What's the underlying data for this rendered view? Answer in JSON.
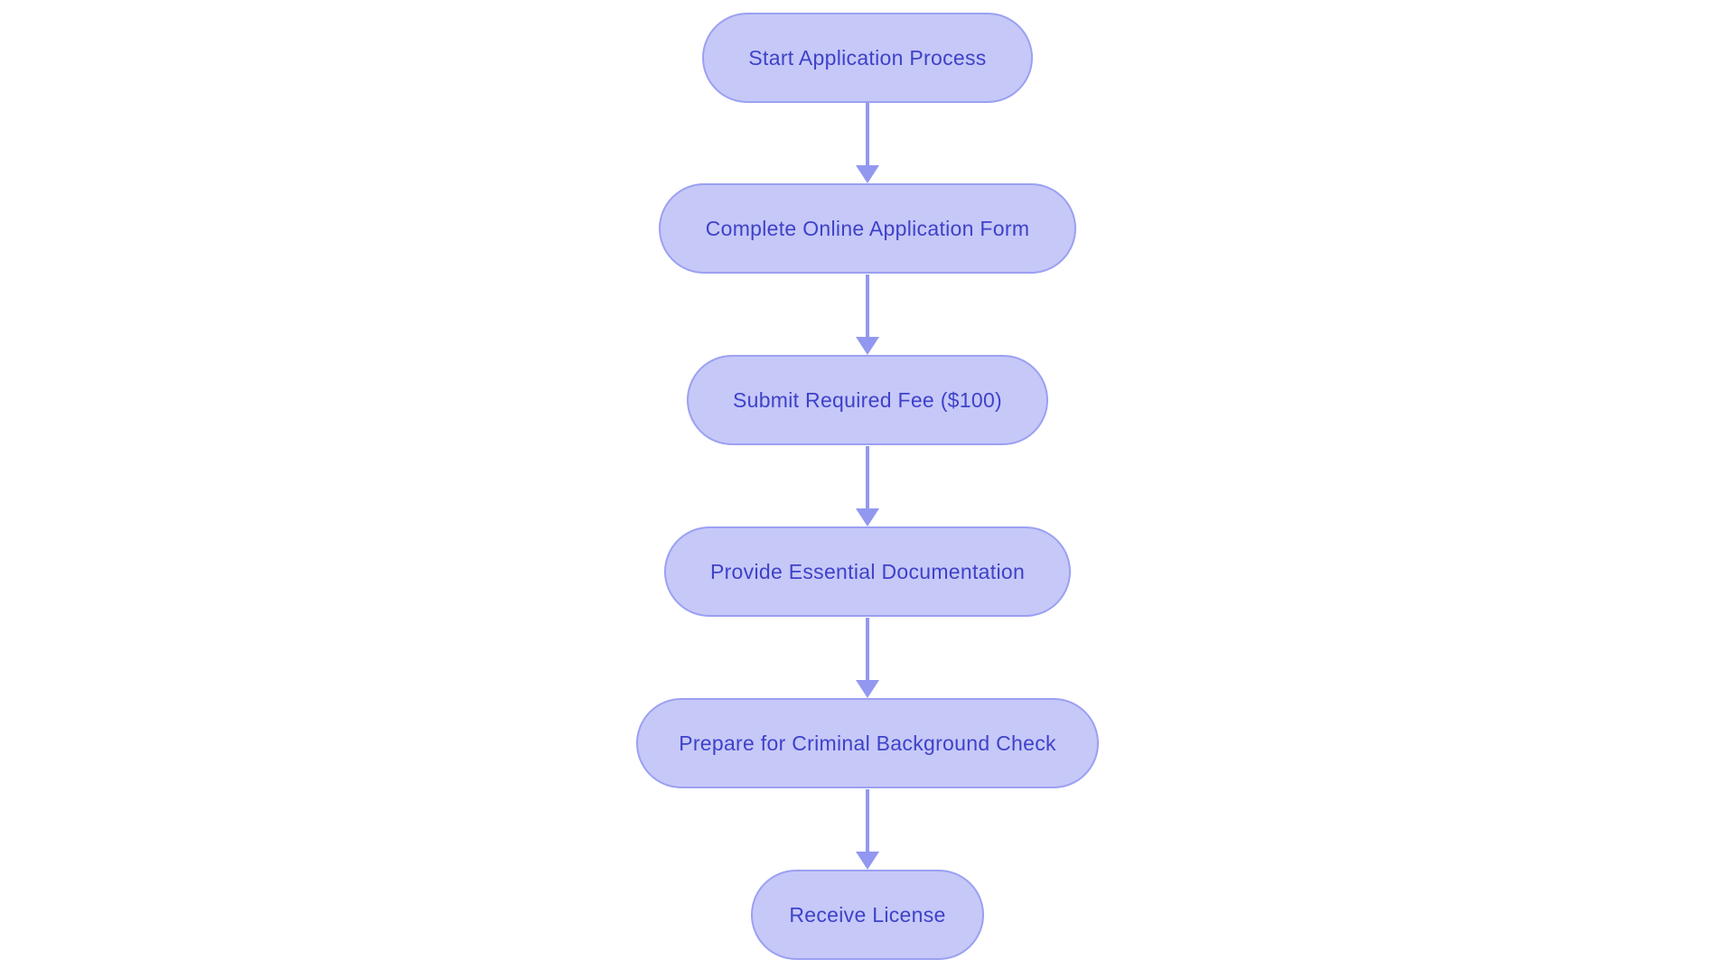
{
  "diagram": {
    "type": "flowchart",
    "direction": "top-down",
    "title": "",
    "nodes": [
      {
        "id": "start",
        "label": "Start Application Process"
      },
      {
        "id": "online-form",
        "label": "Complete Online Application Form"
      },
      {
        "id": "fee",
        "label": "Submit Required Fee ($100)"
      },
      {
        "id": "documentation",
        "label": "Provide Essential Documentation"
      },
      {
        "id": "background-check",
        "label": "Prepare for Criminal Background Check"
      },
      {
        "id": "license",
        "label": "Receive License"
      }
    ],
    "edges": [
      {
        "from": "start",
        "to": "online-form"
      },
      {
        "from": "online-form",
        "to": "fee"
      },
      {
        "from": "fee",
        "to": "documentation"
      },
      {
        "from": "documentation",
        "to": "background-check"
      },
      {
        "from": "background-check",
        "to": "license"
      }
    ],
    "colors": {
      "background": "#ffffff",
      "node_fill": "#c6c8f8",
      "node_border": "#9ba0f2",
      "node_text": "#3e42c8",
      "arrow": "#9298f0"
    }
  }
}
